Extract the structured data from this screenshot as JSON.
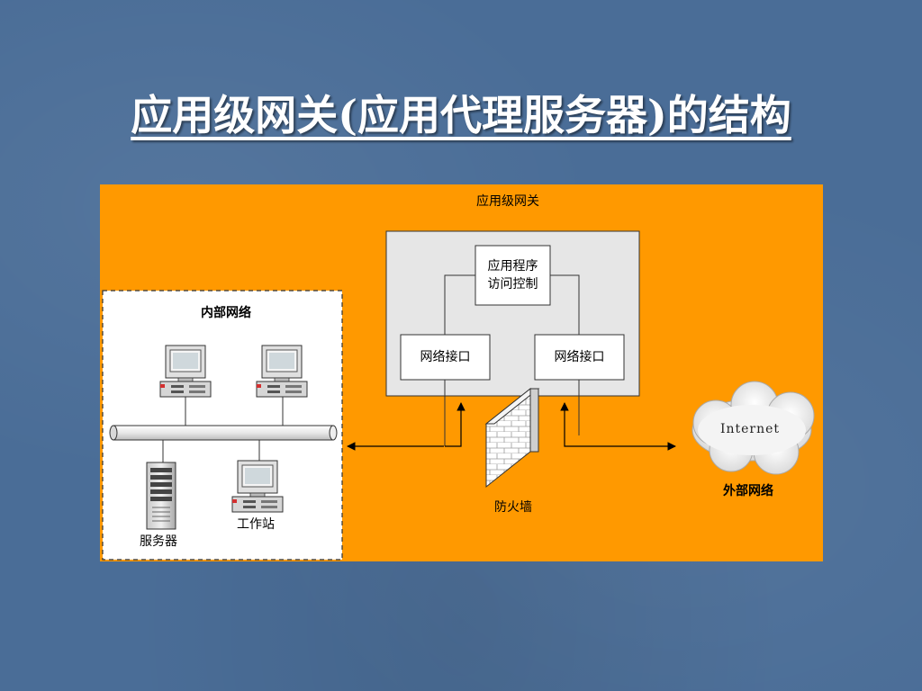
{
  "slide": {
    "title": "应用级网关(应用代理服务器)的结构"
  },
  "diagram": {
    "gateway_label": "应用级网关",
    "access_control_line1": "应用程序",
    "access_control_line2": "访问控制",
    "interface_left": "网络接口",
    "interface_right": "网络接口",
    "internal_network_label": "内部网络",
    "server_label": "服务器",
    "workstation_label": "工作站",
    "firewall_label": "防火墙",
    "internet_label": "Internet",
    "external_network_label": "外部网络"
  },
  "colors": {
    "background": "#4a6d97",
    "panel": "#ff9900",
    "gateway_box": "#e6e6e6",
    "internal_box": "#ffffff"
  },
  "icons": [
    "desktop-computer-icon",
    "server-tower-icon",
    "firewall-brick-wall-icon",
    "internet-cloud-icon",
    "double-arrow-icon"
  ]
}
